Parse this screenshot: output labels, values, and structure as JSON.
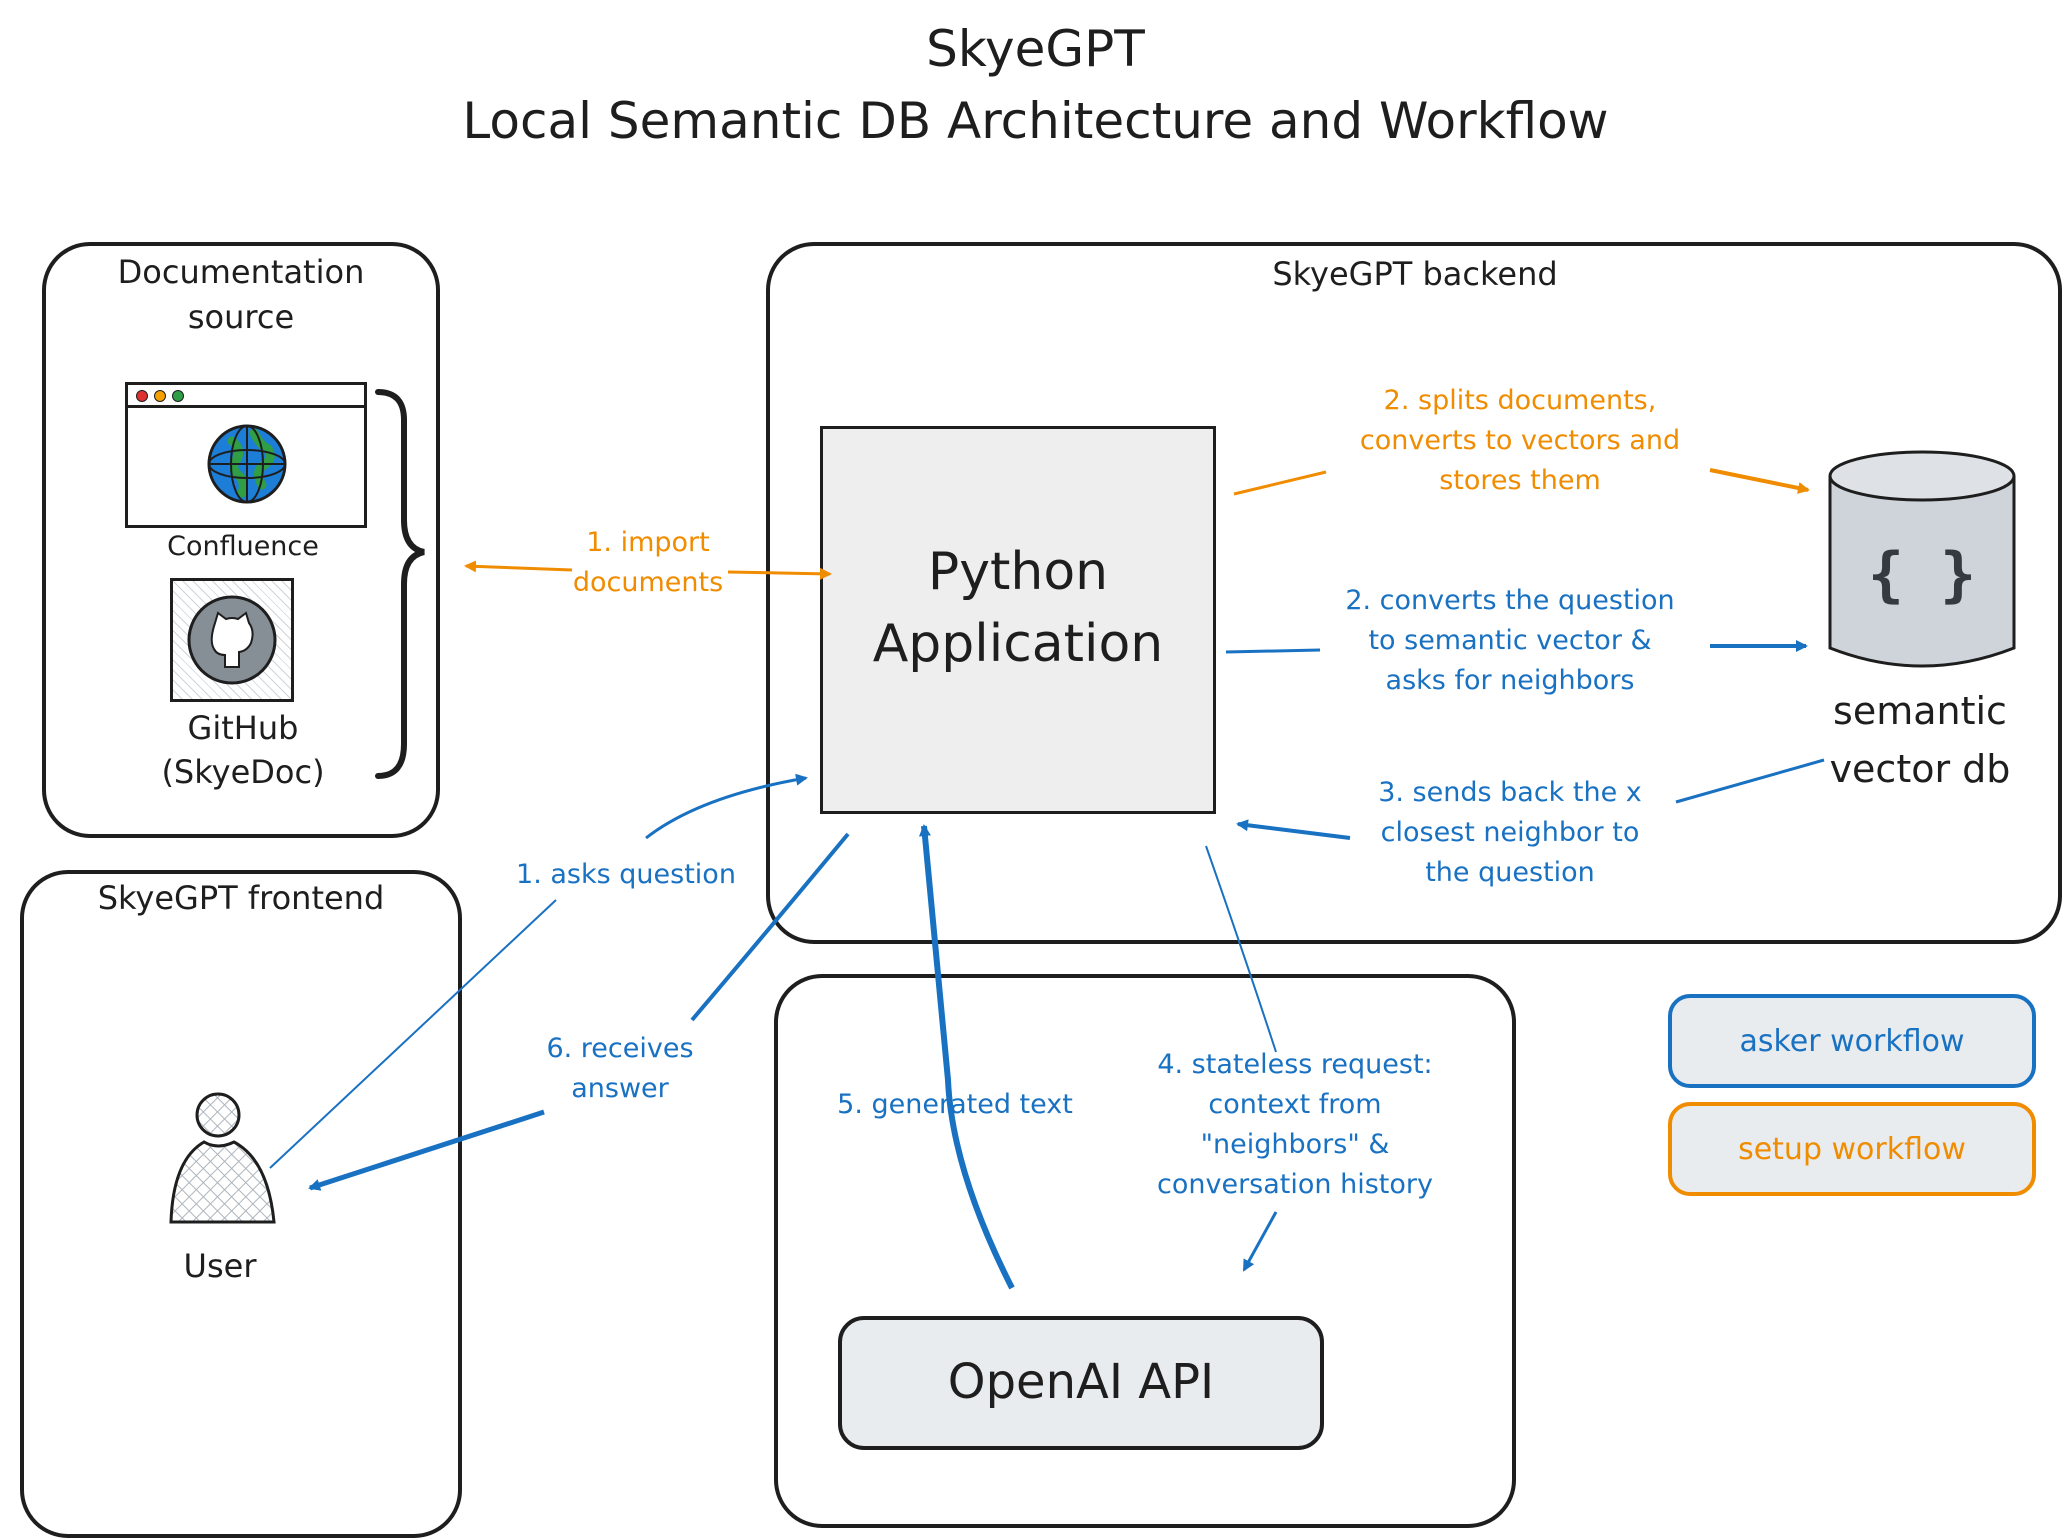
{
  "title": {
    "line1": "SkyeGPT",
    "line2": "Local Semantic DB Architecture and Workflow"
  },
  "doc_source": {
    "title_line1": "Documentation",
    "title_line2": "source",
    "confluence_label": "Confluence",
    "github_line1": "GitHub",
    "github_line2": "(SkyeDoc)"
  },
  "frontend": {
    "title": "SkyeGPT frontend",
    "user_label": "User"
  },
  "backend": {
    "title": "SkyeGPT backend",
    "app_line1": "Python",
    "app_line2": "Application",
    "db_icon": "{ }",
    "db_line1": "semantic",
    "db_line2": "vector db"
  },
  "openai": {
    "label": "OpenAI API"
  },
  "edges": {
    "import_line1": "1. import",
    "import_line2": "documents",
    "split_line1": "2. splits documents,",
    "split_line2": "converts to vectors and",
    "split_line3": "stores them",
    "convert_line1": "2. converts the question",
    "convert_line2": "to semantic vector &",
    "convert_line3": "asks for neighbors",
    "sends_line1": "3. sends back the x",
    "sends_line2": "closest neighbor to",
    "sends_line3": "the question",
    "asks": "1. asks question",
    "receives_line1": "6. receives",
    "receives_line2": "answer",
    "generated": "5. generated text",
    "stateless_line1": "4. stateless request:",
    "stateless_line2": "context from",
    "stateless_line3": "\"neighbors\" &",
    "stateless_line4": "conversation history"
  },
  "legend": {
    "asker": "asker workflow",
    "setup": "setup workflow"
  },
  "colors": {
    "setup": "#f08c00",
    "asker": "#1971c2",
    "stroke": "#1e1e1e",
    "fill_gray": "#e9ecef"
  },
  "icons": {
    "globe": "globe-icon",
    "github": "github-icon",
    "user": "user-icon",
    "database": "database-icon"
  }
}
